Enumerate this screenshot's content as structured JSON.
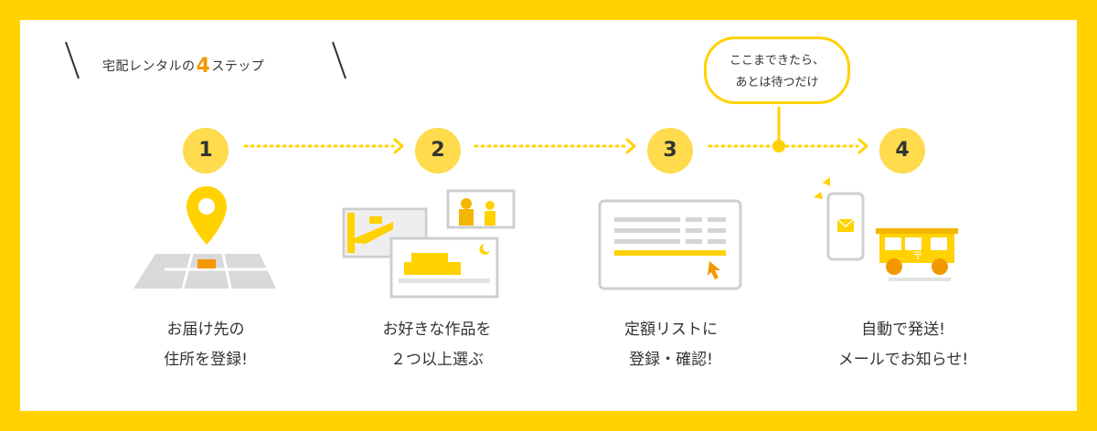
{
  "header": {
    "title_pre": "宅配レンタルの",
    "title_num": "4",
    "title_post": "ステップ"
  },
  "bubble": {
    "line1": "ここまできたら、",
    "line2": "あとは待つだけ"
  },
  "steps": [
    {
      "number": "1",
      "line1": "お届け先の",
      "line2": "住所を登録!",
      "icon": "map-pin-icon"
    },
    {
      "number": "2",
      "line1": "お好きな作品を",
      "line2": "２つ以上選ぶ",
      "icon": "movie-thumbnails-icon"
    },
    {
      "number": "3",
      "line1": "定額リストに",
      "line2": "登録・確認!",
      "icon": "list-screen-icon"
    },
    {
      "number": "4",
      "line1": "自動で発送!",
      "line2": "メールでお知らせ!",
      "icon": "mail-truck-icon"
    }
  ],
  "colors": {
    "border": "#ffd200",
    "step_circle": "#ffdb4d",
    "accent_orange": "#f39800",
    "gray": "#cfcfcf"
  }
}
